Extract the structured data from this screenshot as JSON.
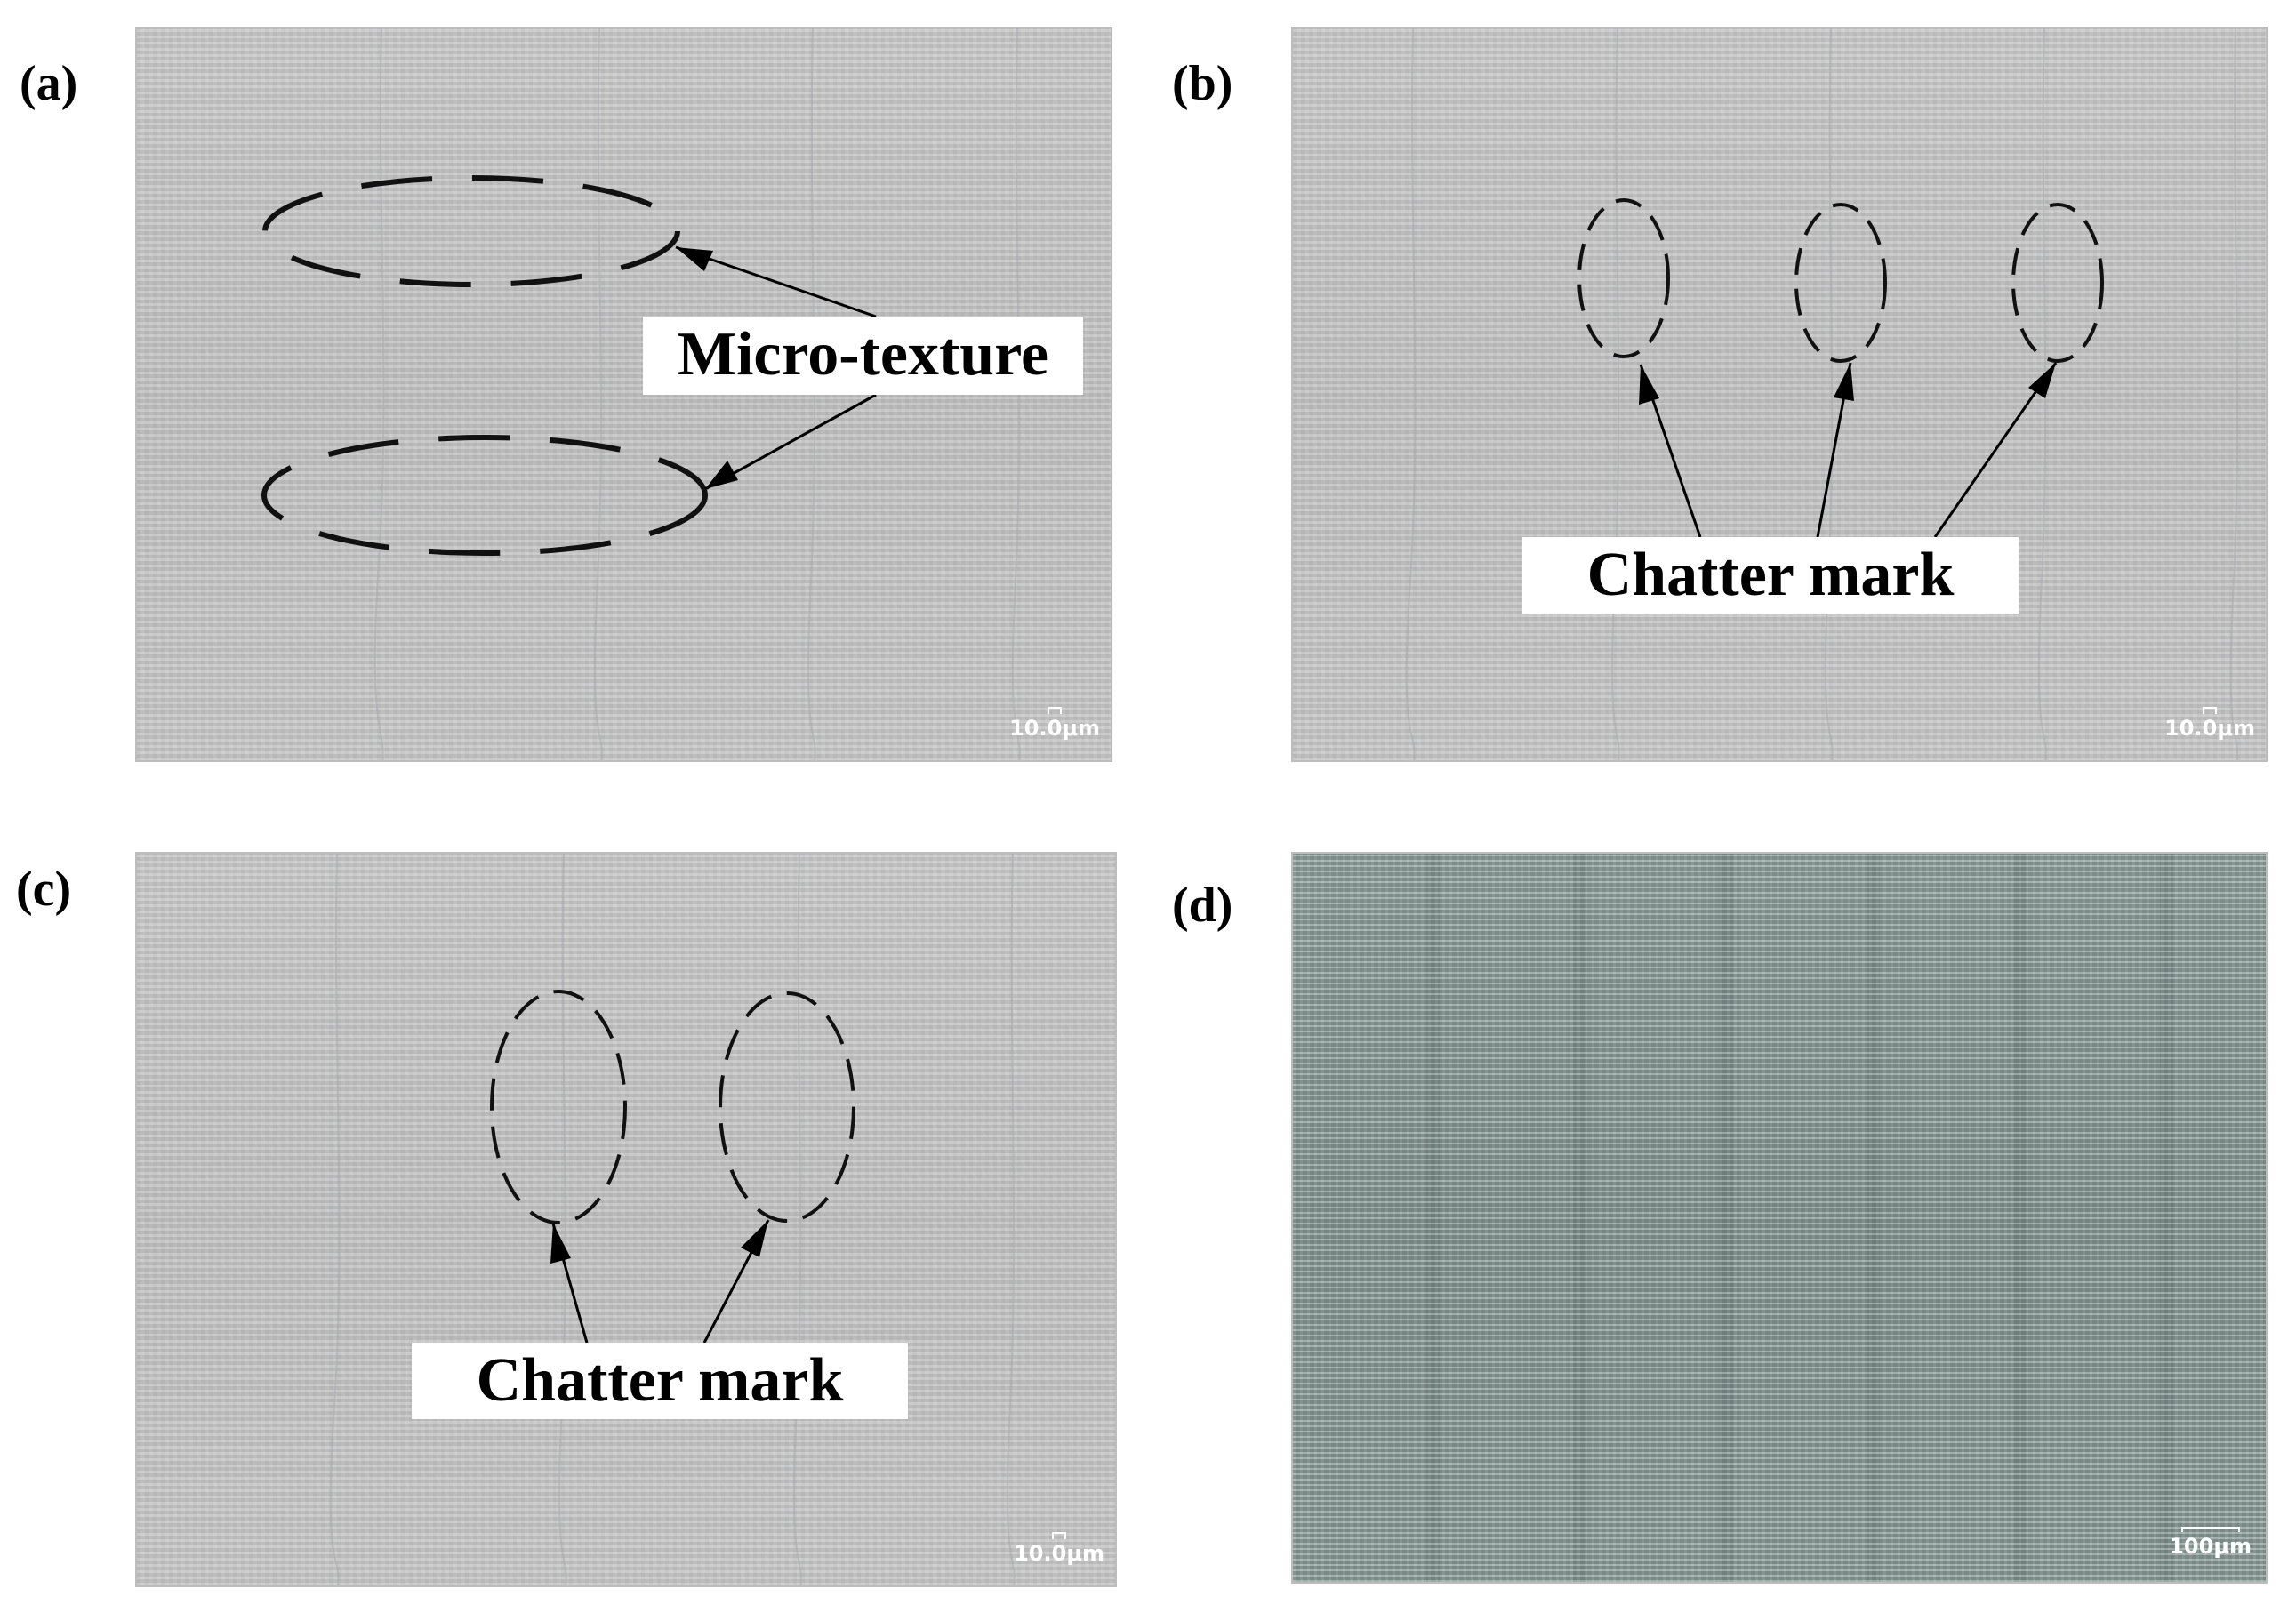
{
  "panels": {
    "a": {
      "label": "(a)",
      "callout": "Micro-texture",
      "scale": "10.0μm"
    },
    "b": {
      "label": "(b)",
      "callout": "Chatter mark",
      "scale": "10.0μm"
    },
    "c": {
      "label": "(c)",
      "callout": "Chatter mark",
      "scale": "10.0μm"
    },
    "d": {
      "label": "(d)",
      "scale": "100μm"
    }
  }
}
